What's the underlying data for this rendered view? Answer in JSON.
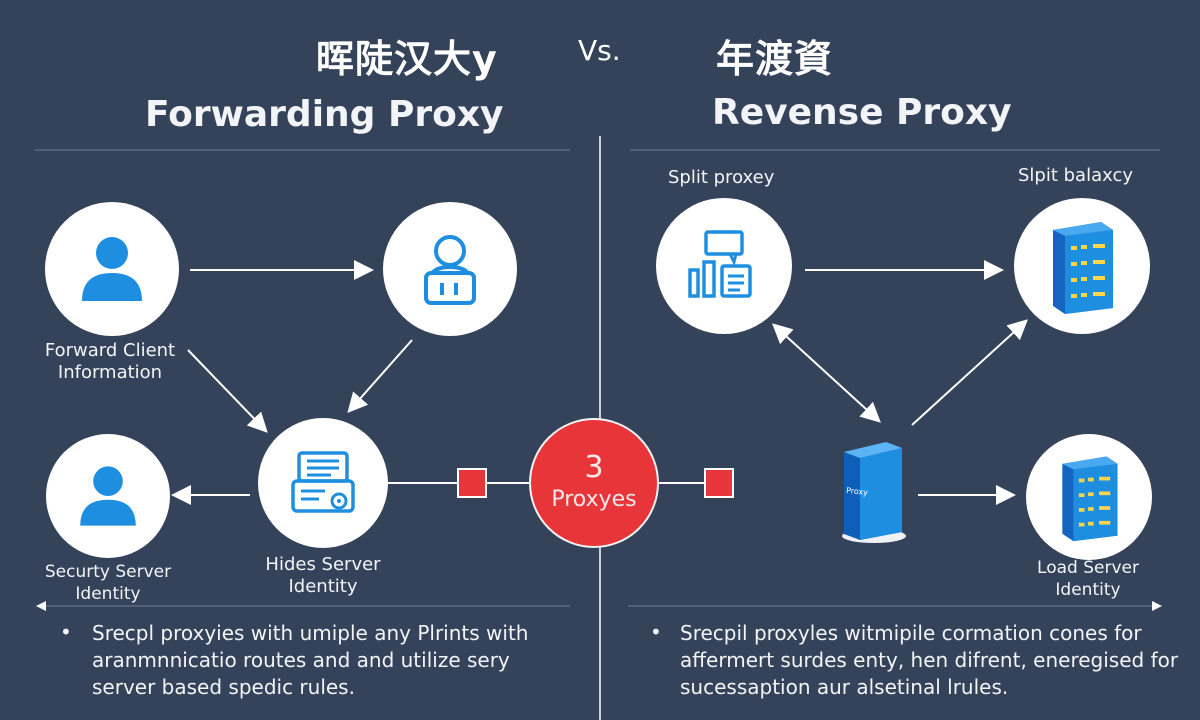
{
  "header": {
    "left_cjk": "晖陡汉大y",
    "vs": "Vs.",
    "right_cjk": "年渡資"
  },
  "left": {
    "title": "Forwarding Proxy",
    "label_client_line1": "Forward Client",
    "label_client_line2": "Information",
    "label_security_line1": "Securty Server",
    "label_security_line2": "Identity",
    "label_hides_line1": "Hides Server",
    "label_hides_line2": "Identity",
    "bullet_lines": [
      "Srecpl proxyies with umiple any Plrints with",
      "aranmnnicatio routes and and utilize sery",
      "server based spedic rules."
    ]
  },
  "center": {
    "number": "3",
    "label": "Proxyes"
  },
  "right": {
    "title": "Revense Proxy",
    "label_split_proxey": "Split proxey",
    "label_split_balancy": "Slpit balaxcy",
    "label_load_line1": "Load Server",
    "label_load_line2": "Identity",
    "server_text": "Proxy",
    "bullet_lines": [
      "Srecpil proxyles witmipile cormation cones for",
      "affermert surdes enty, hen difrent, eneregised for",
      "sucessaption aur alsetinal lrules."
    ]
  },
  "icons": {
    "user_top": "user-icon",
    "lock_user": "user-lock-icon",
    "user_bottom": "user-icon",
    "document": "document-gear-icon",
    "chart": "chart-message-icon",
    "server_top": "server-rack-icon",
    "server_bottom": "server-rack-icon",
    "server_center": "server-tower-icon"
  },
  "colors": {
    "background": "#34435a",
    "accent_blue": "#1e8fe0",
    "accent_red": "#e8353a"
  }
}
